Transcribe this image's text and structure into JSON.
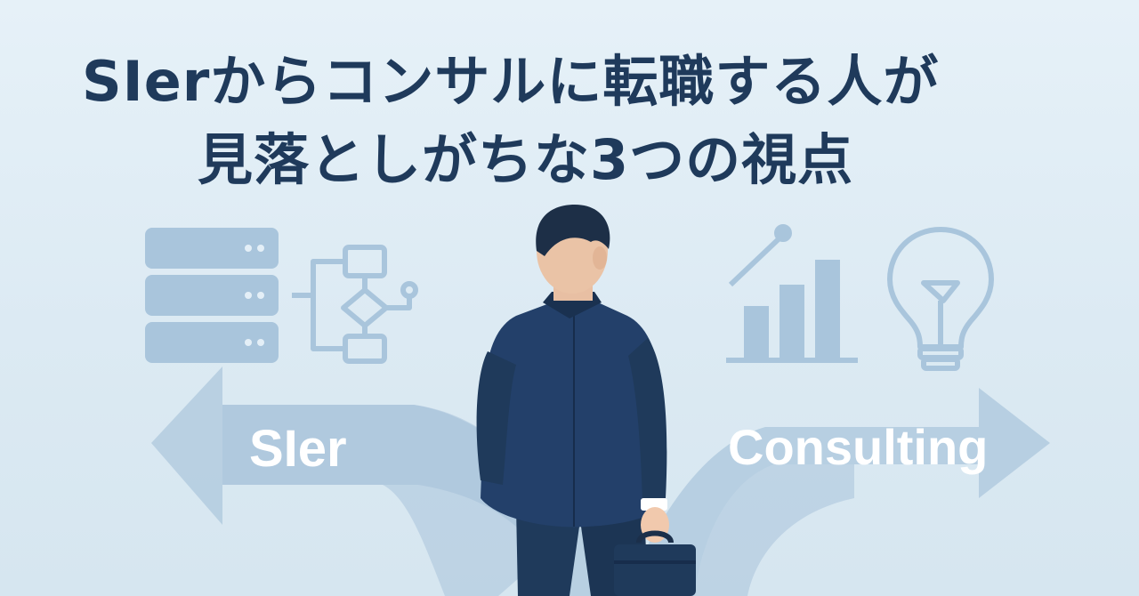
{
  "title": {
    "line1": "SIerからコンサルに転職する人が",
    "line2": "見落としがちな3つの視点"
  },
  "paths": {
    "left_label": "SIer",
    "right_label": "Consulting"
  },
  "icons": {
    "left": [
      "server-stack-icon",
      "flowchart-icon"
    ],
    "right": [
      "rising-line-icon",
      "bar-chart-icon",
      "lightbulb-icon"
    ],
    "figure": "businessman-back-view"
  },
  "colors": {
    "background": "#e2eef6",
    "title": "#1f3a5b",
    "icon_fill": "#a9c5dc",
    "arrow_fill": "#a7c2d9",
    "suit": "#1f3a5b",
    "label_text": "#ffffff"
  }
}
